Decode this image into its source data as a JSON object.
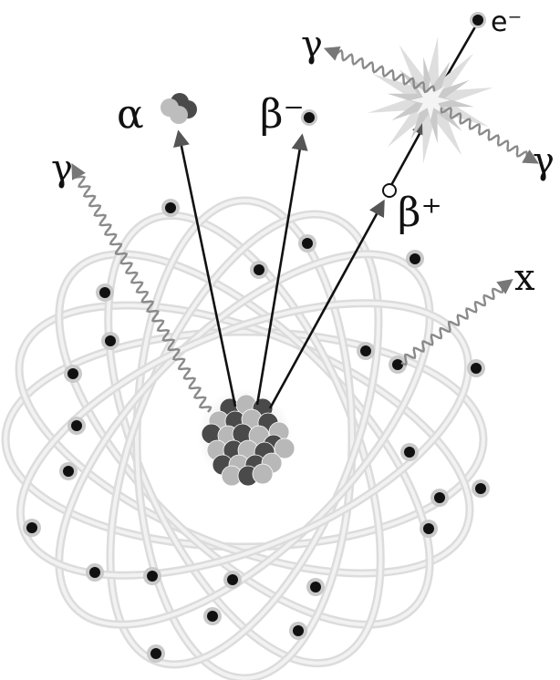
{
  "labels": {
    "alpha": "α",
    "beta_minus": "β⁻",
    "beta_plus": "β⁺",
    "gamma_left": "γ",
    "gamma_top": "γ",
    "gamma_right": "γ",
    "xray": "x",
    "electron": "e⁻"
  },
  "colors": {
    "orbit": "#dcdcdc",
    "electron": "#111111",
    "electron_halo": "#c9c9c9",
    "nucleon_dark": "#4a4a4a",
    "nucleon_light": "#b8b8b8",
    "track": "#111111",
    "wave": "#8a8a8a",
    "flash": "#c8c8c8"
  },
  "icons": {
    "nucleus": "atomic-nucleus-icon",
    "alpha_particle": "alpha-particle-icon",
    "electron": "electron-dot-icon",
    "positron": "positron-circle-icon",
    "annihilation": "annihilation-flash-icon"
  }
}
